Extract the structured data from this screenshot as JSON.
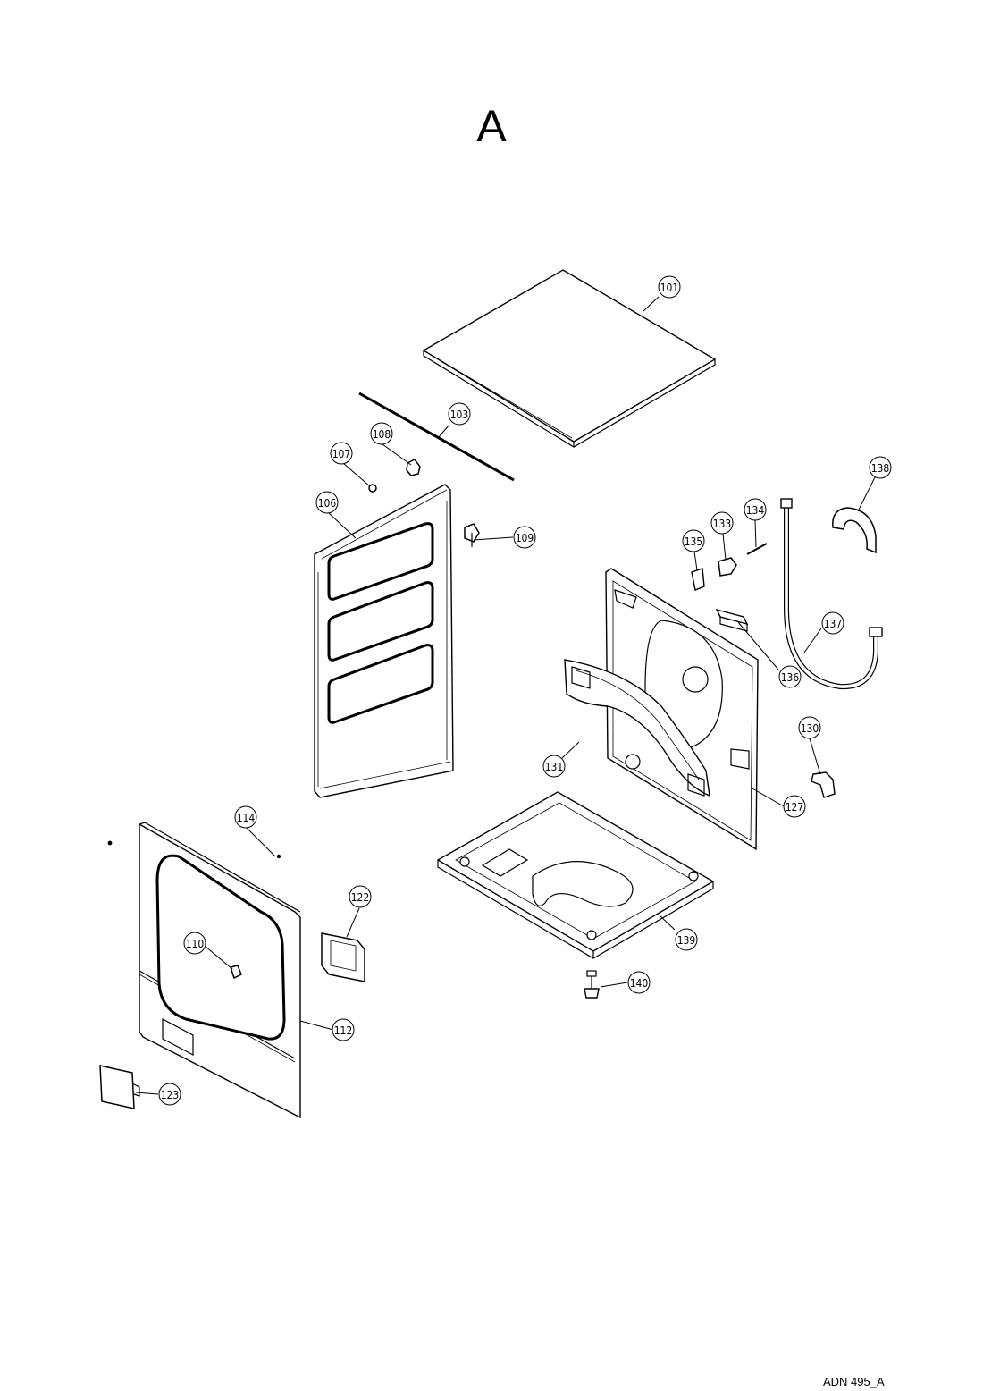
{
  "title": "A",
  "drawing_code": "ADN 495_A",
  "parts": [
    "101",
    "103",
    "106",
    "107",
    "108",
    "109",
    "110",
    "112",
    "114",
    "122",
    "123",
    "127",
    "130",
    "131",
    "133",
    "134",
    "135",
    "136",
    "137",
    "138",
    "139",
    "140"
  ]
}
